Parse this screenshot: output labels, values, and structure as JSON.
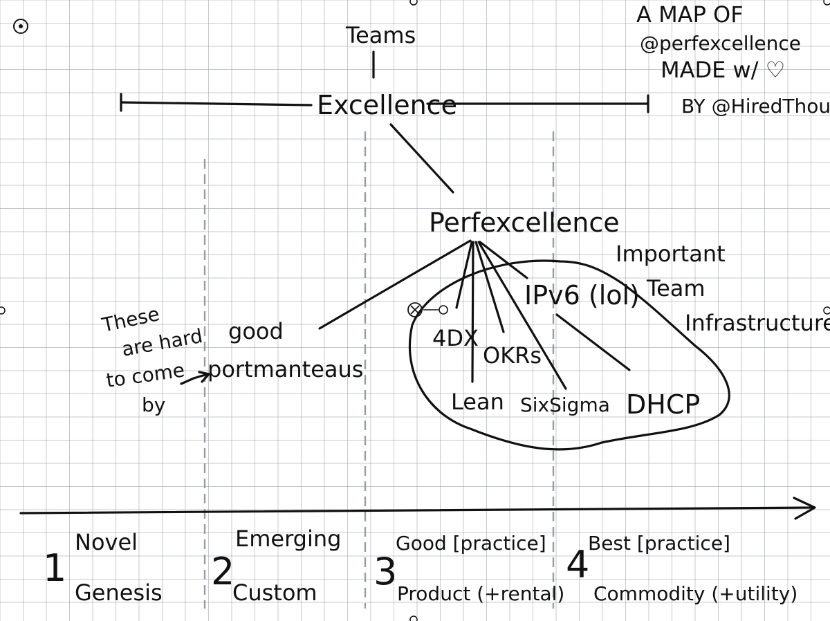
{
  "title": {
    "line1": "A MAP OF",
    "line2": "@perfexcellence",
    "line3": "MADE w/ ♡",
    "line4": "BY @HiredThought"
  },
  "user_need": {
    "anchor": "Teams",
    "top": "Excellence"
  },
  "components": {
    "perfexcellence": "Perfexcellence",
    "portmanteaus": "good portmanteaus",
    "fourdx": "4DX",
    "okrs": "OKRs",
    "lean": "Lean",
    "sixsigma": "SixSigma",
    "ipv6": "IPv6 (lol)",
    "dhcp": "DHCP"
  },
  "annotations": {
    "hard_to_come_by": [
      "These",
      "are hard",
      "to come",
      "by"
    ],
    "important_team": [
      "Important",
      "Team",
      "Infrastructure"
    ]
  },
  "stages": [
    {
      "number": "1",
      "label": "Novel",
      "sublabel": "Genesis"
    },
    {
      "number": "2",
      "label": "Emerging",
      "sublabel": "Custom"
    },
    {
      "number": "3",
      "label": "Good [practice]",
      "sublabel": "Product (+rental)"
    },
    {
      "number": "4",
      "label": "Best [practice]",
      "sublabel": "Commodity (+utility)"
    }
  ],
  "colors": {
    "ink": "#111111",
    "grid": "#9aa0a6",
    "paper": "#ffffff"
  }
}
